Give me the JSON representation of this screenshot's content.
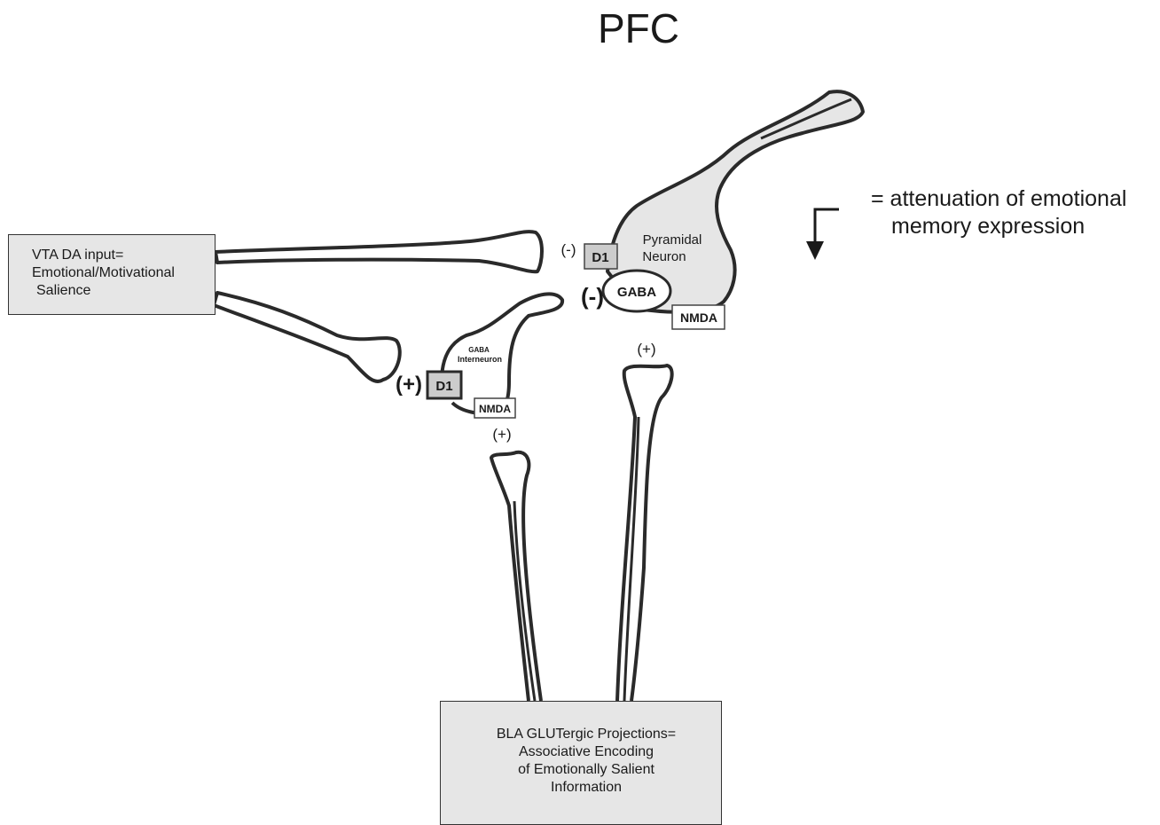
{
  "title": "PFC",
  "legend": {
    "line1": "= attenuation of emotional",
    "line2": "memory expression",
    "arrow_icon": "down-arrow-icon"
  },
  "vta_box": {
    "line1": "VTA DA input=",
    "line2": "Emotional/Motivational",
    "line3": "Salience"
  },
  "bla_box": {
    "line1": "BLA GLUTergic Projections=",
    "line2": "Associative Encoding",
    "line3": "of Emotionally Salient",
    "line4": "Information"
  },
  "pyramidal": {
    "label1": "Pyramidal",
    "label2": "Neuron",
    "d1": "D1",
    "d1_sign": "(-)",
    "gaba": "GABA",
    "gaba_sign": "(-)",
    "nmda": "NMDA",
    "nmda_sign": "(+)"
  },
  "interneuron": {
    "label1": "GABA",
    "label2": "Interneuron",
    "d1": "D1",
    "d1_sign": "(+)",
    "nmda": "NMDA",
    "nmda_sign": "(+)"
  },
  "colors": {
    "outline": "#2a2a2a",
    "cell_fill": "#e6e6e6",
    "receptor_fill": "#cccccc",
    "box_fill": "#e6e6e6"
  }
}
